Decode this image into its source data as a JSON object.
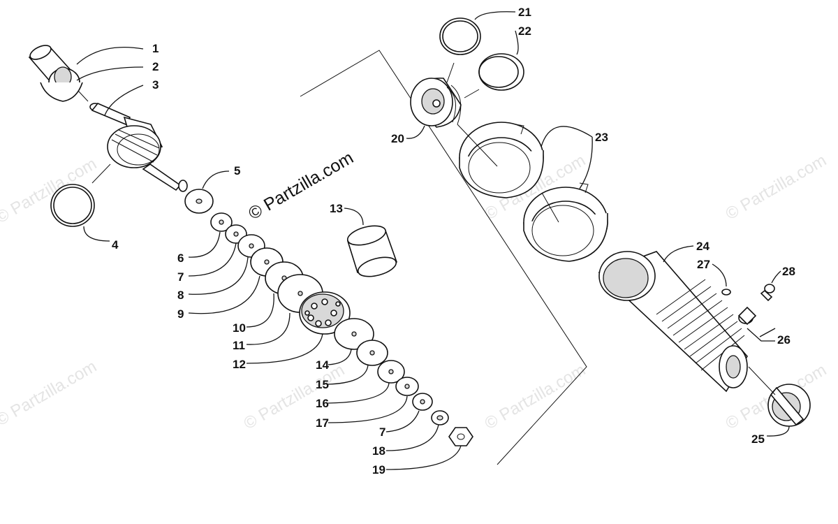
{
  "watermark": {
    "main_text": "© Partzilla.com",
    "faint_text": "© Partzilla.com"
  },
  "callouts": {
    "c1": "1",
    "c2": "2",
    "c3": "3",
    "c4": "4",
    "c5": "5",
    "c6": "6",
    "c7a": "7",
    "c7b": "7",
    "c8": "8",
    "c9": "9",
    "c10": "10",
    "c11": "11",
    "c12": "12",
    "c13": "13",
    "c14": "14",
    "c15": "15",
    "c16": "16",
    "c17": "17",
    "c18": "18",
    "c19": "19",
    "c20": "20",
    "c21": "21",
    "c22": "22",
    "c23": "23",
    "c24": "24",
    "c25": "25",
    "c26": "26",
    "c27": "27",
    "c28": "28"
  }
}
